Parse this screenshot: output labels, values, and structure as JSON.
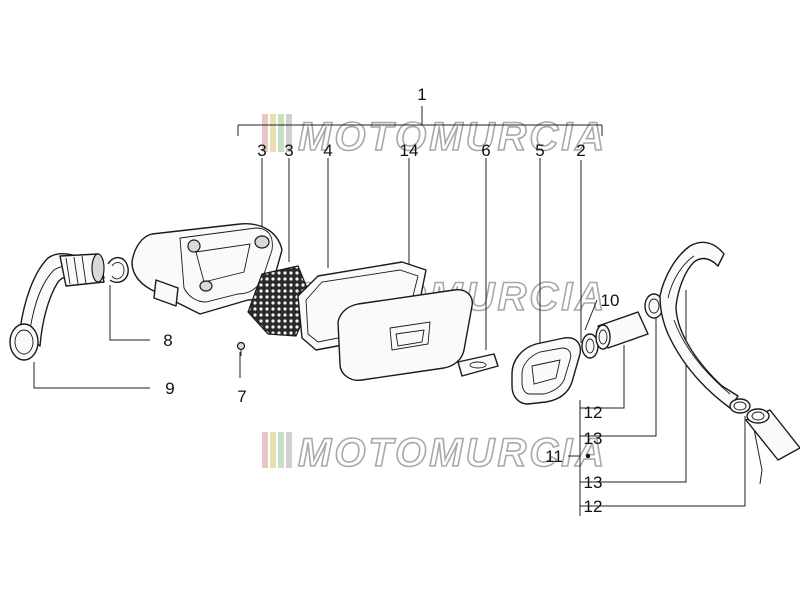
{
  "watermark": {
    "text": "MOTOMURCIA"
  },
  "labels": {
    "p1": "1",
    "p2": "2",
    "p3": "3",
    "p4": "4",
    "p5": "5",
    "p6": "6",
    "p7": "7",
    "p8": "8",
    "p9": "9",
    "p10": "10",
    "p11": "11",
    "p12a": "12",
    "p12b": "12",
    "p13a": "13",
    "p13b": "13",
    "p14": "14"
  }
}
